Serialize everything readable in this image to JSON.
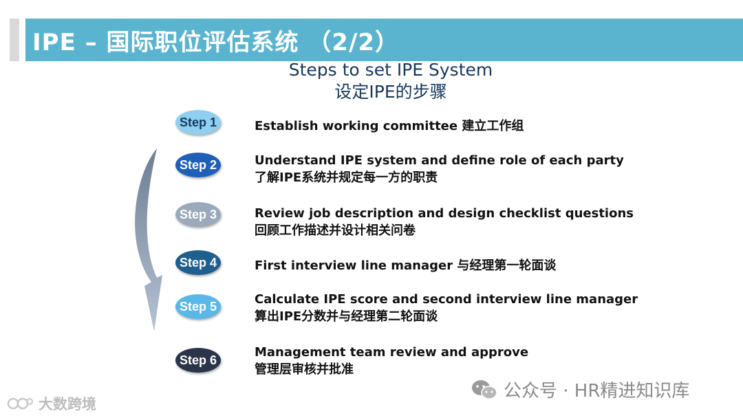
{
  "title": "IPE – 国际职位评估系统 （2/2）",
  "subtitle": {
    "line1": "Steps to set IPE System",
    "line2": "设定IPE的步骤"
  },
  "colors": {
    "title_bar": "#5ab4cf",
    "subtitle": "#17375e"
  },
  "steps": [
    {
      "label": "Step 1",
      "en": "Establish working committee 建立工作组",
      "cn": "",
      "badge_color": "#8fd0f0",
      "badge_text_color": "#17375e"
    },
    {
      "label": "Step 2",
      "en": "Understand IPE system and define role of each party",
      "cn": "了解IPE系统并规定每一方的职责",
      "badge_color": "#1f5fb8",
      "badge_text_color": "#ffffff"
    },
    {
      "label": "Step 3",
      "en": "Review job description and design checklist questions",
      "cn": "回顾工作描述并设计相关问卷",
      "badge_color": "#9aaabb",
      "badge_text_color": "#ffffff"
    },
    {
      "label": "Step 4",
      "en": "First interview line manager 与经理第一轮面谈",
      "cn": "",
      "badge_color": "#1f5f8f",
      "badge_text_color": "#ffffff"
    },
    {
      "label": "Step 5",
      "en": "Calculate IPE score and second interview line manager",
      "cn": "算出IPE分数并与经理第二轮面谈",
      "badge_color": "#5ab8e8",
      "badge_text_color": "#ffffff"
    },
    {
      "label": "Step 6",
      "en": "Management team review and approve",
      "cn": "管理层审核并批准",
      "badge_color": "#2b3448",
      "badge_text_color": "#ffffff"
    }
  ],
  "watermark_left": "大数跨境",
  "watermark_right": "公众号 · HR精进知识库",
  "icons": {
    "left_watermark": "logo-icon",
    "right_watermark": "wechat-icon"
  }
}
